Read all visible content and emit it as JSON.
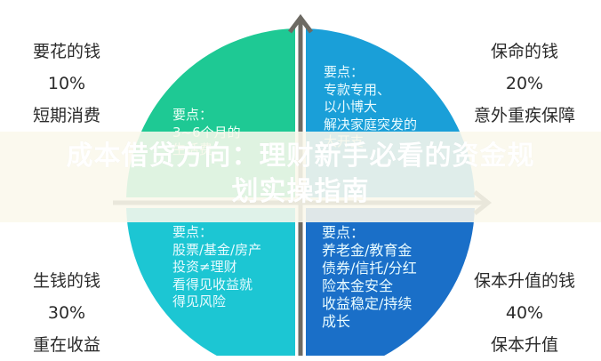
{
  "diagram": {
    "type": "four-quadrant money allocation",
    "colors": {
      "top_left": "#1ec994",
      "top_right": "#1a9fd8",
      "bottom_left": "#1cc6d3",
      "bottom_right": "#1a6fc8",
      "axis": "#6d6a63",
      "overlay_band": "#faf8ec"
    },
    "quadrants": {
      "top_left": {
        "label": "要花的钱",
        "percent": "10%",
        "purpose": "短期消费",
        "points": [
          "要点：",
          "3~6个月的",
          "生活费"
        ]
      },
      "top_right": {
        "label": "保命的钱",
        "percent": "20%",
        "purpose": "意外重疾保障",
        "points": [
          "要点：",
          "专款专用、",
          "以小博大",
          "解决家庭突发的",
          "大开支"
        ]
      },
      "bottom_left": {
        "label": "生钱的钱",
        "percent": "30%",
        "purpose": "重在收益",
        "points": [
          "要点：",
          "股票/基金/房产",
          "投资≠理财",
          "看得见收益就",
          "得见风险"
        ]
      },
      "bottom_right": {
        "label": "保本升值的钱",
        "percent": "40%",
        "purpose": "保本升值",
        "points": [
          "要点：",
          "养老金/教育金",
          "债券/信托/分红",
          "险本金安全",
          "收益稳定/持续",
          "成长"
        ]
      }
    }
  },
  "overlay": {
    "title_line1": "成本借贷方向：理财新手必看的资金规",
    "title_line2": "划实操指南"
  }
}
